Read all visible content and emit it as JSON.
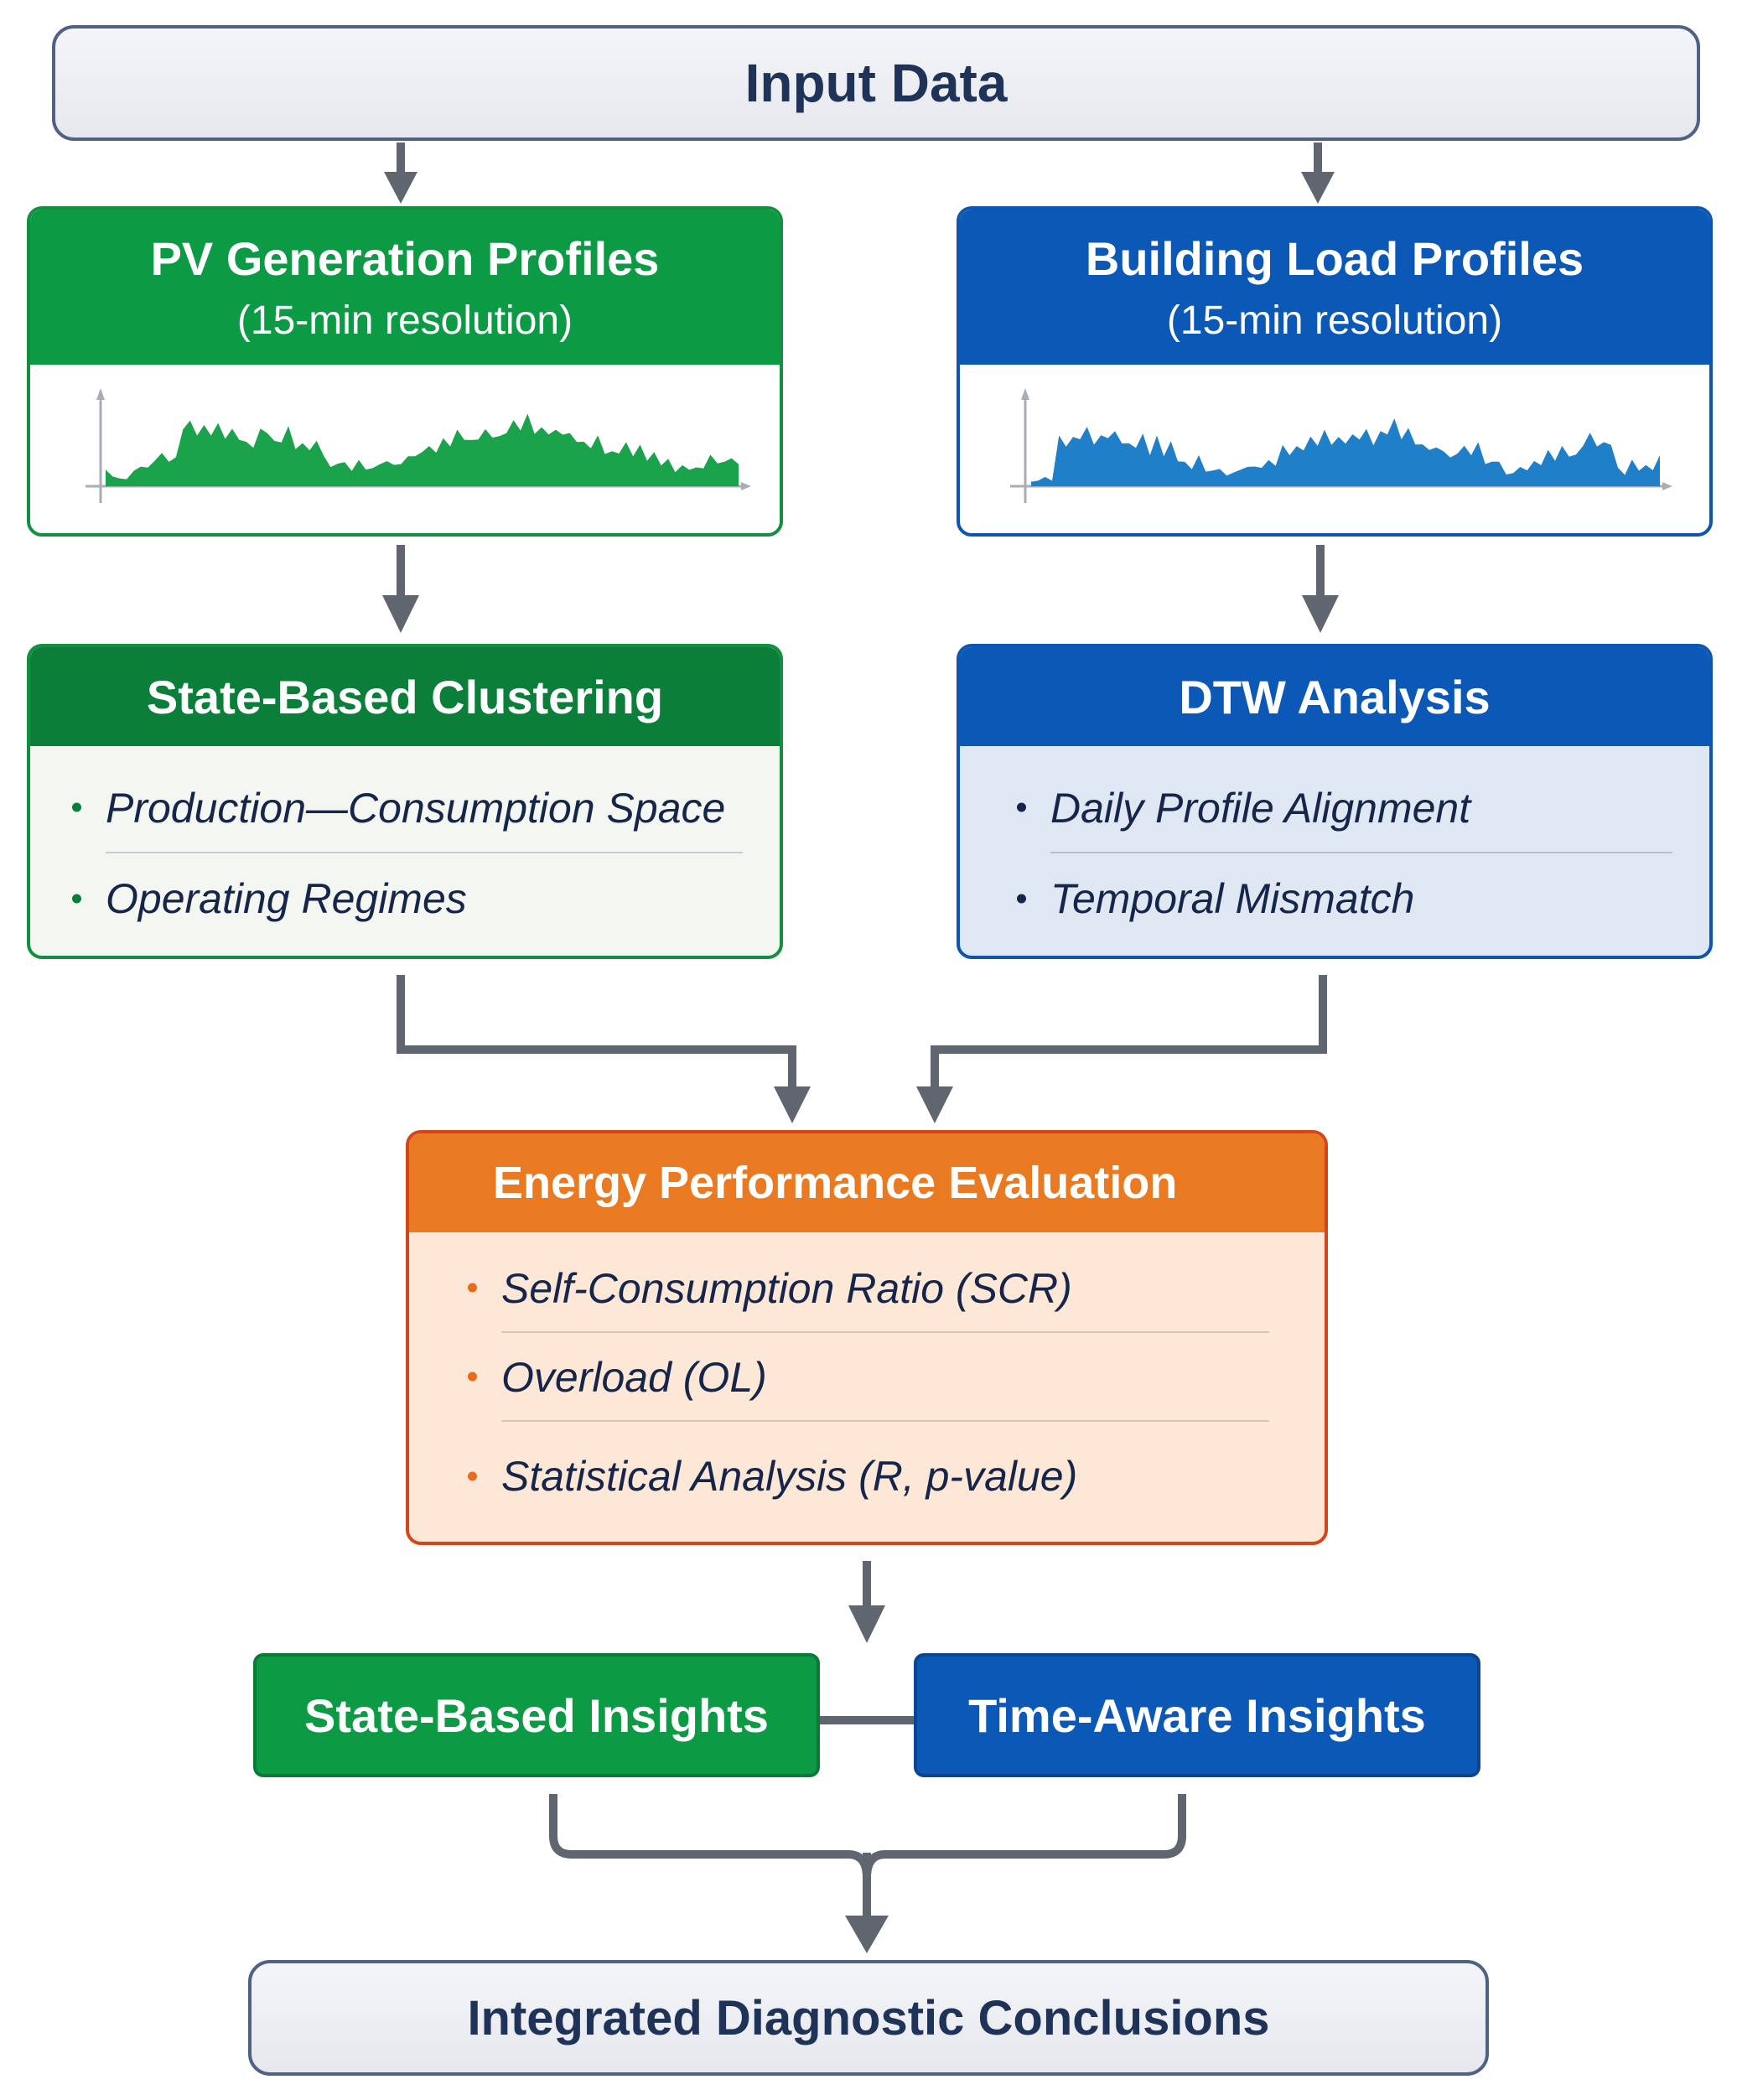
{
  "input": {
    "title": "Input Data"
  },
  "pv": {
    "title": "PV Generation Profiles",
    "subtitle": "(15-min resolution)",
    "color": "#0c9a45"
  },
  "load": {
    "title": "Building Load Profiles",
    "subtitle": "(15-min resolution)",
    "color": "#0c58b6"
  },
  "clustering": {
    "title": "State-Based Clustering",
    "items": [
      "Production—Consumption Space",
      "Operating Regimes"
    ]
  },
  "dtw": {
    "title": "DTW Analysis",
    "items": [
      "Daily Profile Alignment",
      "Temporal Mismatch"
    ]
  },
  "evaluation": {
    "title": "Energy Performance Evaluation",
    "items": [
      "Self-Consumption Ratio (SCR)",
      "Overload (OL)",
      "Statistical Analysis (R, p-value)"
    ]
  },
  "insights": {
    "state": "State-Based Insights",
    "time": "Time-Aware Insights"
  },
  "conclusions": {
    "title": "Integrated Diagnostic Conclusions"
  },
  "colors": {
    "arrow": "#5f6670",
    "green": "#0c9a45",
    "blue": "#0c58b6",
    "orange": "#ea7a22"
  }
}
